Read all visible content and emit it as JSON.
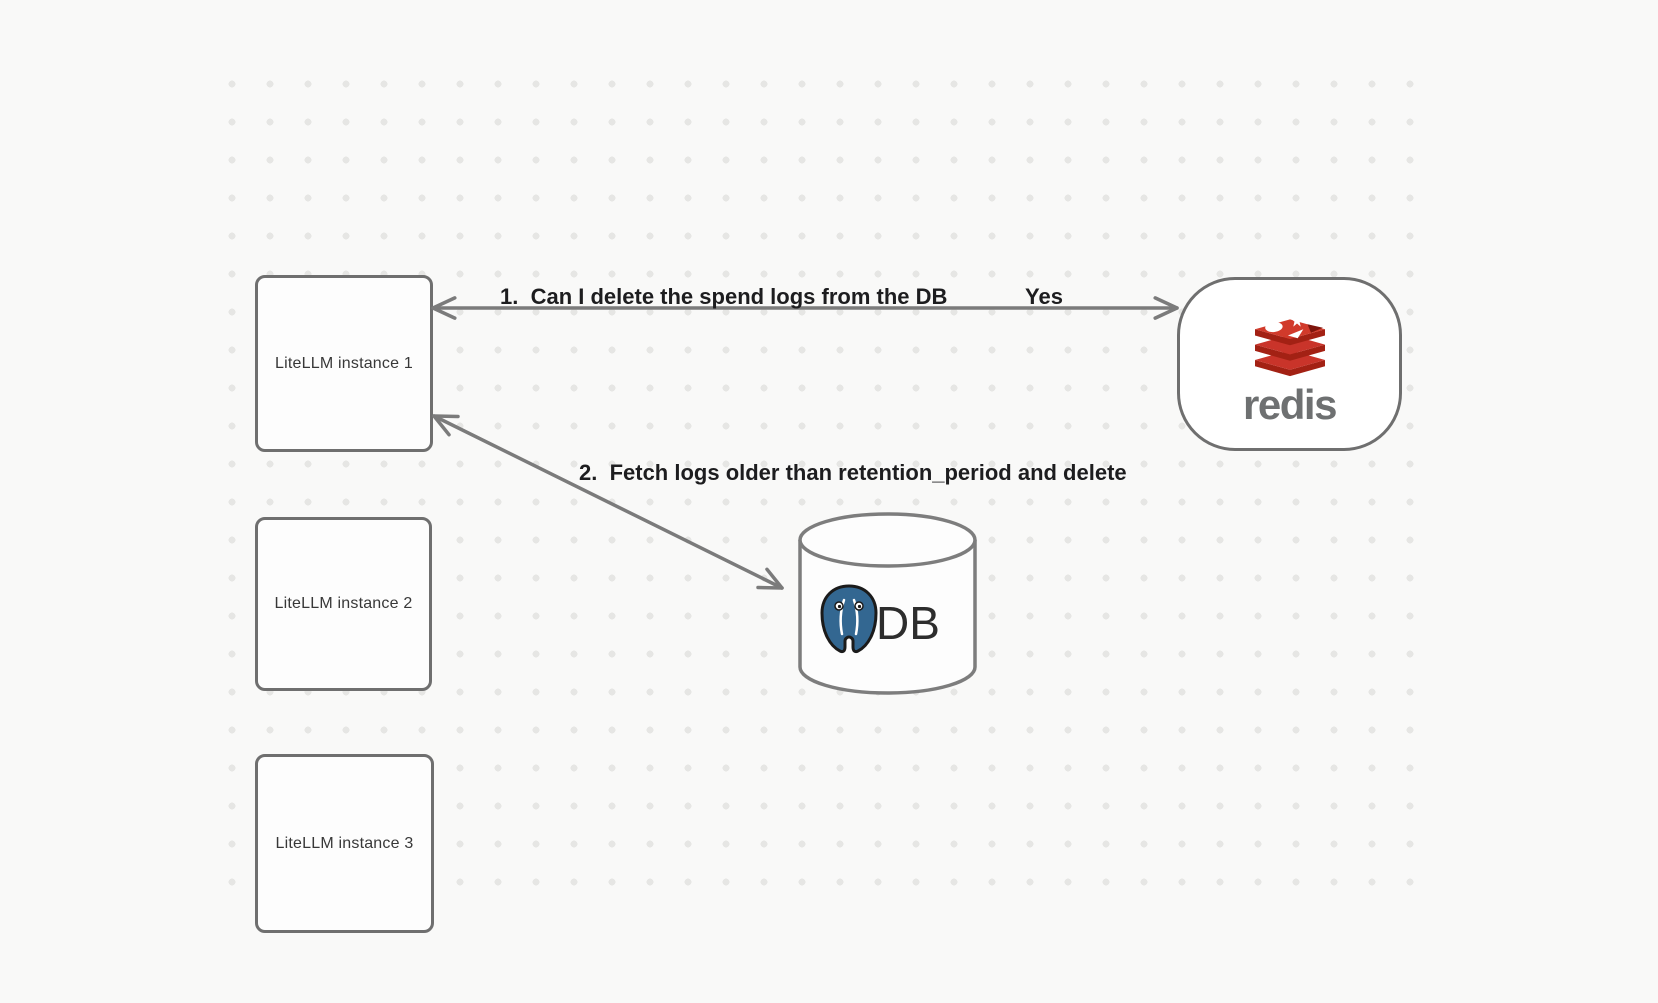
{
  "canvas": {
    "background_color": "#f9f9f8",
    "dot_grid_color": "#e6e6e4"
  },
  "nodes": {
    "instances": [
      {
        "label": "LiteLLM instance 1"
      },
      {
        "label": "LiteLLM instance 2"
      },
      {
        "label": "LiteLLM instance 3"
      }
    ],
    "redis": {
      "label": "redis",
      "icon": "redis-cube-icon",
      "logo_red": "#c9342a",
      "logo_red_dark": "#a32114",
      "wordmark_color": "#6e7071"
    },
    "db": {
      "label": "DB",
      "icon": "postgresql-elephant-icon",
      "elephant_blue": "#336791"
    }
  },
  "arrows": [
    {
      "label": "1.  Can I delete the spend logs from the DB",
      "response": "Yes",
      "from": "redis",
      "to": "LiteLLM instance 1"
    },
    {
      "label": "2.  Fetch logs older than retention_period and delete",
      "from": "DB",
      "to": "LiteLLM instance 1"
    }
  ],
  "style": {
    "shape_stroke": "#6f6f6f",
    "arrow_stroke": "#7b7b7b",
    "label_color": "#1d1d1f"
  }
}
